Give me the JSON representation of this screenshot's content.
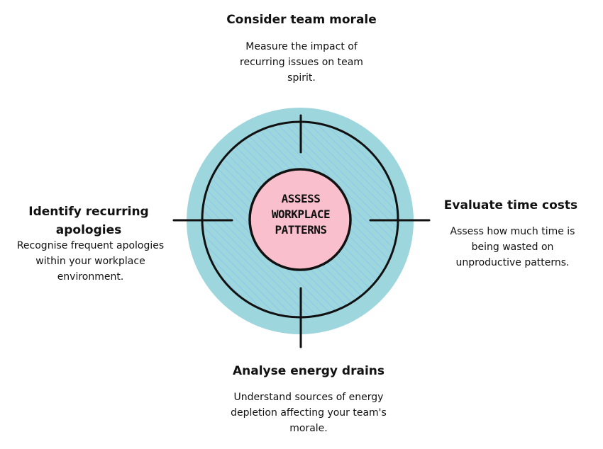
{
  "center": {
    "line1": "ASSESS",
    "line2": "WORKPLACE",
    "line3": "PATTERNS"
  },
  "top": {
    "title": "Consider team morale",
    "description": "Measure the impact of recurring issues on team spirit."
  },
  "right": {
    "title": "Evaluate time costs",
    "description": "Assess how much time is being wasted on unproductive patterns."
  },
  "bottom": {
    "title": "Analyse energy drains",
    "description": "Understand sources of energy depletion affecting your team's morale."
  },
  "left": {
    "title": "Identify recurring apologies",
    "description": "Recognise frequent apologies within your workplace environment."
  },
  "colors": {
    "outer": "#9dd6dc",
    "hatch": "#8cc8f0",
    "inner": "#f9bfcd",
    "stroke": "#111111"
  }
}
